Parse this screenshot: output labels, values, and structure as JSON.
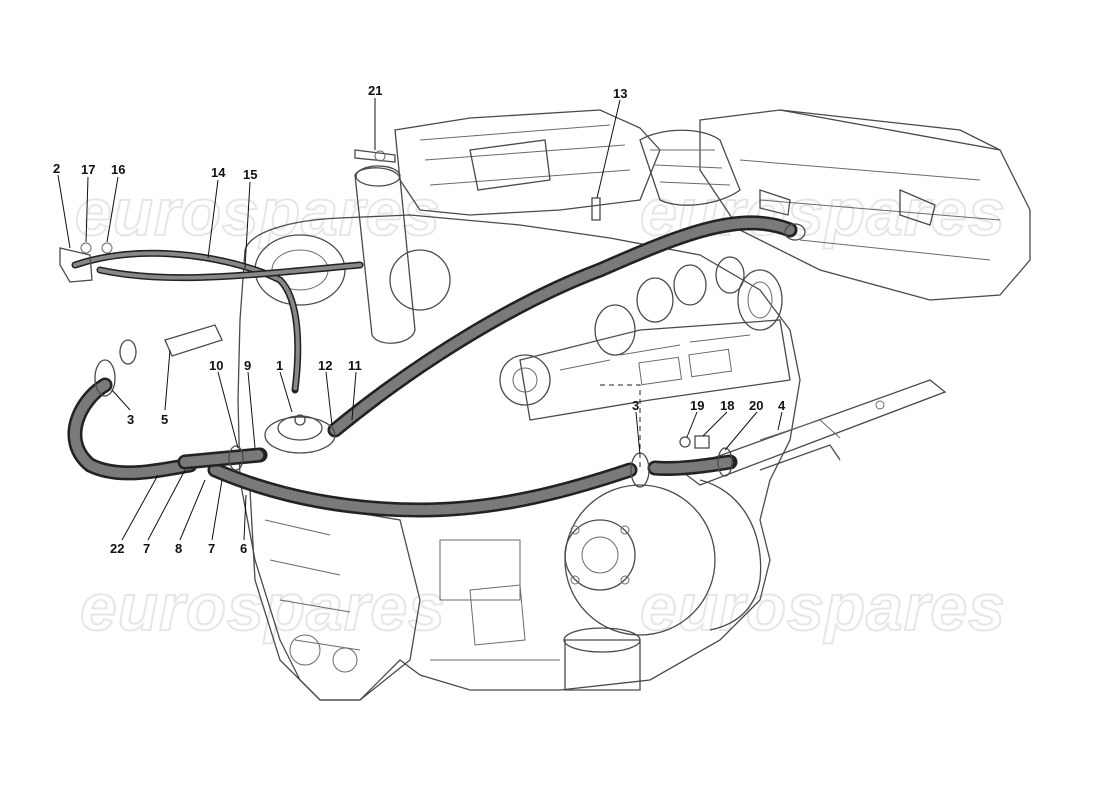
{
  "watermark": {
    "text": "eurospares",
    "color": "#e6e6e6"
  },
  "colors": {
    "line": "#4a4a4a",
    "hose": "#222222",
    "label": "#111111",
    "background": "#ffffff"
  },
  "callouts": [
    {
      "id": "c21",
      "text": "21"
    },
    {
      "id": "c13",
      "text": "13"
    },
    {
      "id": "c2",
      "text": "2"
    },
    {
      "id": "c17",
      "text": "17"
    },
    {
      "id": "c16",
      "text": "16"
    },
    {
      "id": "c14",
      "text": "14"
    },
    {
      "id": "c15",
      "text": "15"
    },
    {
      "id": "c10",
      "text": "10"
    },
    {
      "id": "c9",
      "text": "9"
    },
    {
      "id": "c1",
      "text": "1"
    },
    {
      "id": "c12",
      "text": "12"
    },
    {
      "id": "c11",
      "text": "11"
    },
    {
      "id": "c3a",
      "text": "3"
    },
    {
      "id": "c5",
      "text": "5"
    },
    {
      "id": "c3b",
      "text": "3"
    },
    {
      "id": "c19",
      "text": "19"
    },
    {
      "id": "c18",
      "text": "18"
    },
    {
      "id": "c20",
      "text": "20"
    },
    {
      "id": "c4",
      "text": "4"
    },
    {
      "id": "c22",
      "text": "22"
    },
    {
      "id": "c7a",
      "text": "7"
    },
    {
      "id": "c8",
      "text": "8"
    },
    {
      "id": "c7b",
      "text": "7"
    },
    {
      "id": "c6",
      "text": "6"
    }
  ]
}
